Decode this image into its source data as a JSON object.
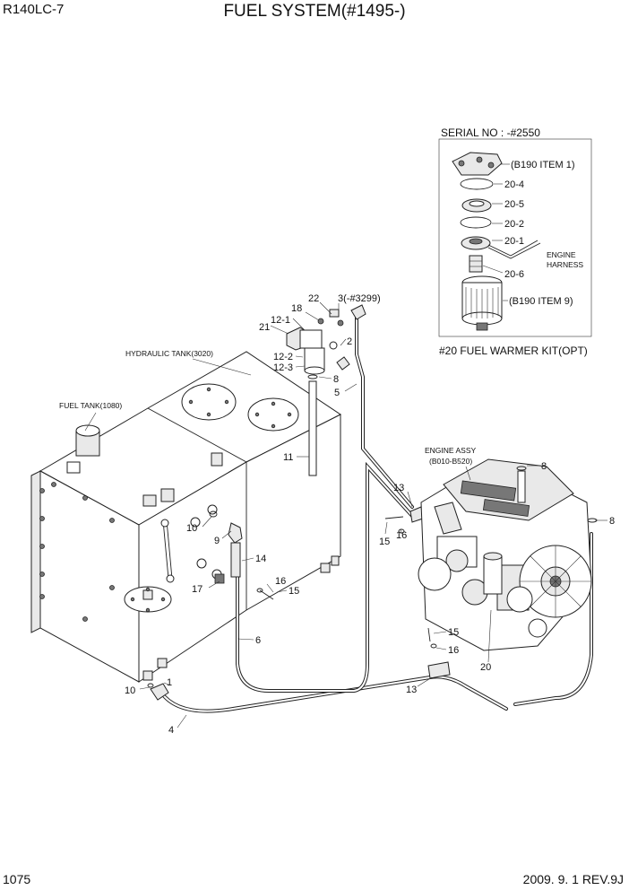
{
  "header": {
    "model": "R140LC-7",
    "title": "FUEL SYSTEM(#1495-)"
  },
  "footer": {
    "page_number": "1075",
    "revision": "2009. 9. 1  REV.9J"
  },
  "assemblies": {
    "hydraulic_tank": "HYDRAULIC TANK(3020)",
    "fuel_tank": "FUEL TANK(1080)",
    "engine_line1": "ENGINE ASSY",
    "engine_line2": "(B010-B520)"
  },
  "inset": {
    "serial": "SERIAL NO : -#2550",
    "caption": "#20 FUEL WARMER KIT(OPT)",
    "harness_line1": "ENGINE",
    "harness_line2": "HARNESS",
    "labels": {
      "item1": "(B190 ITEM 1)",
      "item9": "(B190 ITEM 9)",
      "p20_4": "20-4",
      "p20_5": "20-5",
      "p20_2": "20-2",
      "p20_1": "20-1",
      "p20_6": "20-6"
    }
  },
  "callouts": {
    "c22": "22",
    "c3": "3(-#3299)",
    "c18": "18",
    "c12_1": "12-1",
    "c21": "21",
    "c2": "2",
    "c12_2": "12-2",
    "c12_3": "12-3",
    "c8a": "8",
    "c5": "5",
    "c11": "11",
    "c8b": "8",
    "c13a": "13",
    "c8c": "8",
    "c15a": "15",
    "c16a": "16",
    "c10a": "10",
    "c9": "9",
    "c14": "14",
    "c17": "17",
    "c16b": "16",
    "c15b": "15",
    "c6": "6",
    "c15c": "15",
    "c16c": "16",
    "c20": "20",
    "c10b": "10",
    "c1": "1",
    "c13b": "13",
    "c4": "4"
  }
}
